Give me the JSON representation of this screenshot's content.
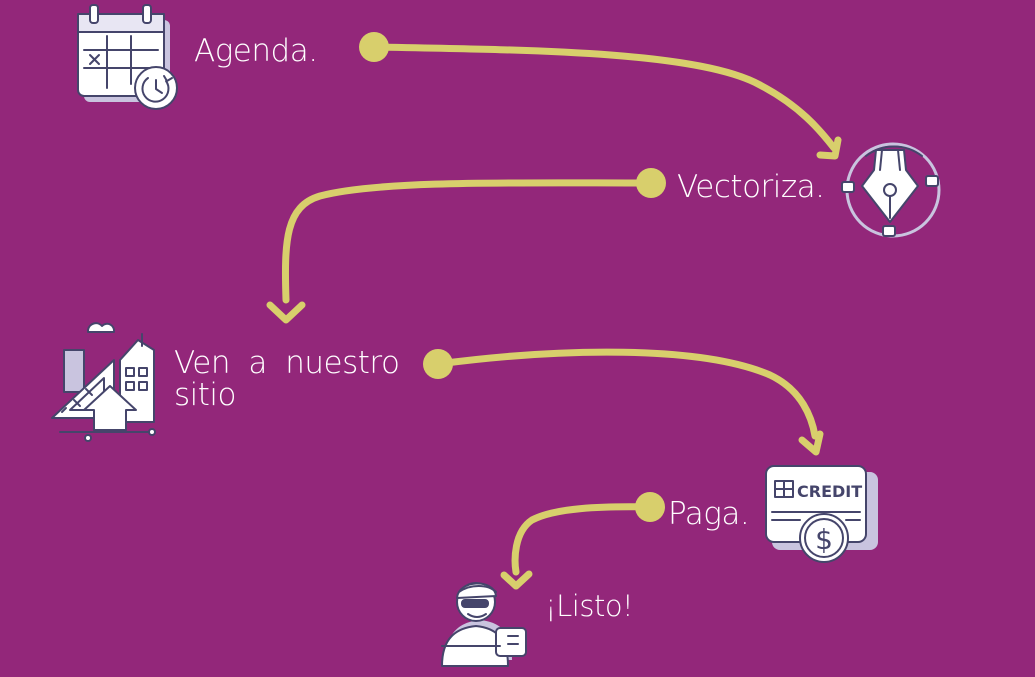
{
  "steps": [
    {
      "id": "agenda",
      "label": "Agenda.",
      "icon": "calendar-clock-icon"
    },
    {
      "id": "vectoriza",
      "label": "Vectoriza.",
      "icon": "pen-tool-icon"
    },
    {
      "id": "sitio",
      "label": "Ven a nuestro sitio",
      "icon": "city-building-icon"
    },
    {
      "id": "paga",
      "label": "Paga.",
      "icon": "credit-card-payment-icon"
    },
    {
      "id": "listo",
      "label": "¡Listo!",
      "icon": "person-with-package-icon"
    }
  ],
  "icons": {
    "credit_card_text": "CREDIT",
    "dollar_sign": "$"
  },
  "colors": {
    "background": "#93277a",
    "connector": "#d8cf6c",
    "icon_fill": "#ffffff",
    "icon_shadow": "#c9c4df",
    "icon_stroke": "#45456b",
    "text": "#ffffff"
  }
}
